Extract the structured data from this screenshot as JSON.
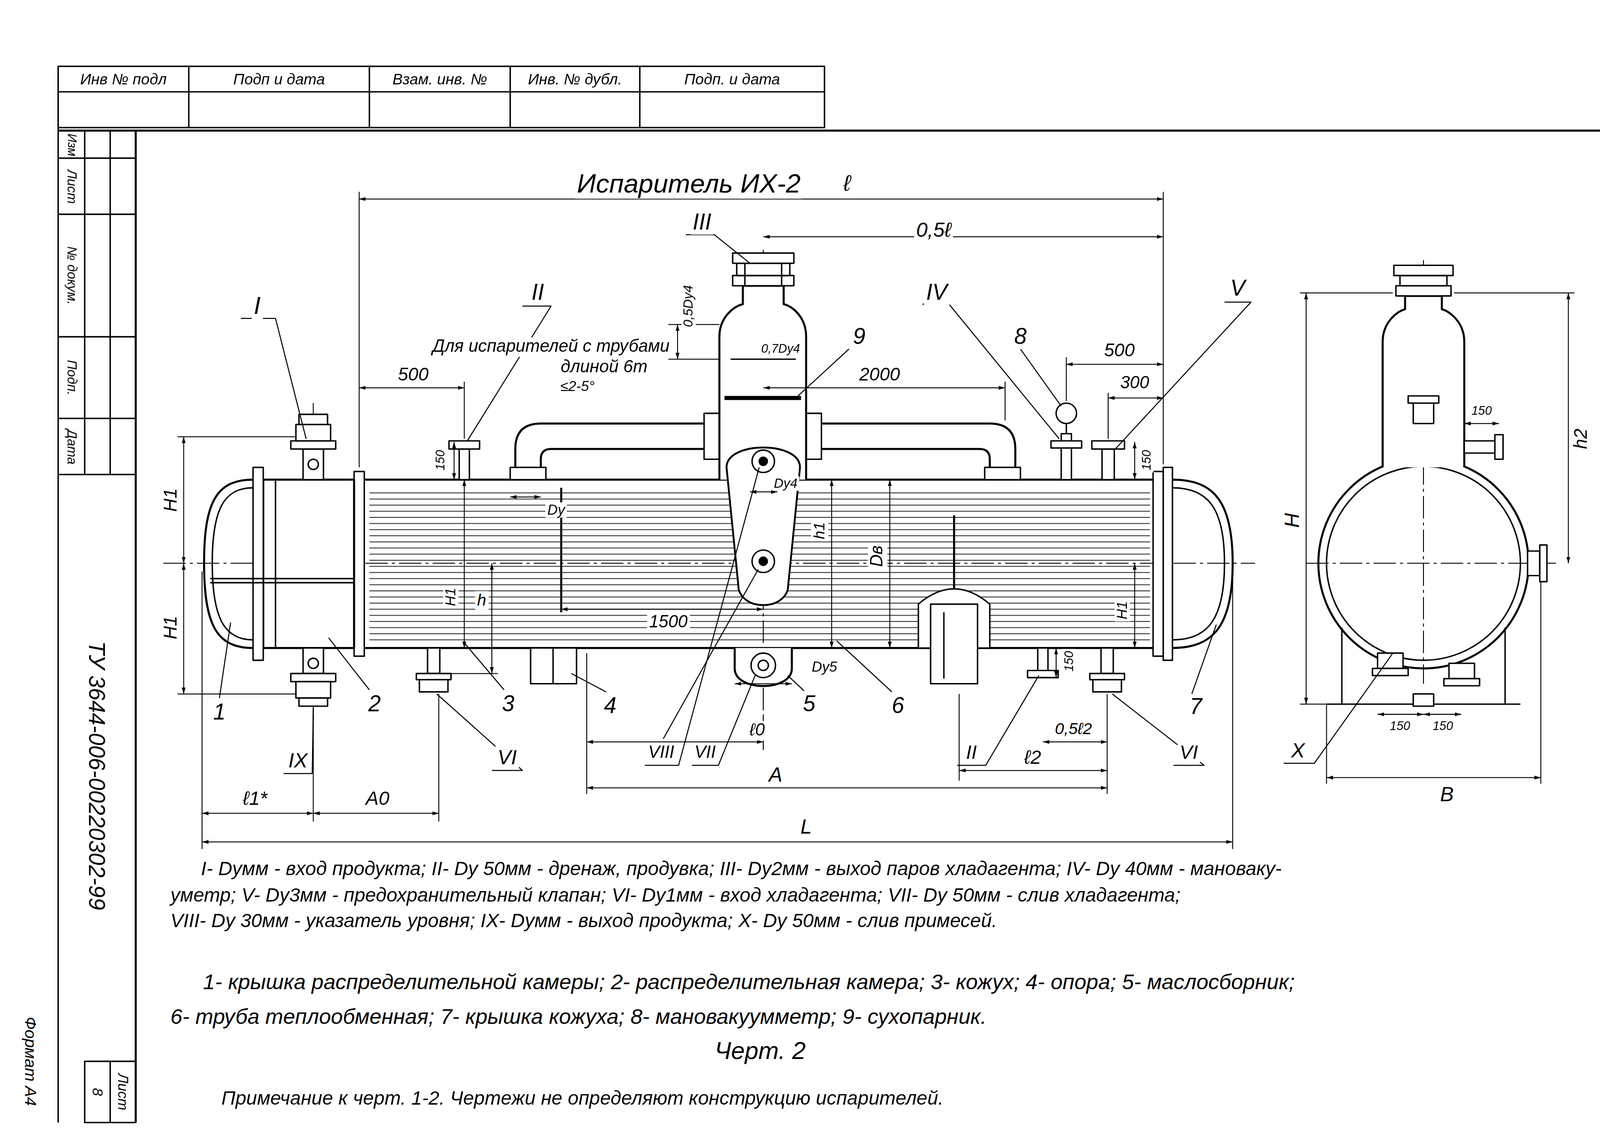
{
  "diagram": {
    "title": "Испаритель ИХ-2",
    "caption": "Черт. 2",
    "nodes": [
      {
        "text": [
          "Инв № подл"
        ]
      },
      {
        "text": [
          "Подп и дата"
        ]
      },
      {
        "text": [
          "Взам. инв. №"
        ]
      },
      {
        "text": [
          "Инв. № дубл."
        ]
      },
      {
        "text": [
          "Подп. и дата"
        ]
      },
      {
        "text": [
          "Изм"
        ]
      },
      {
        "text": [
          "Лист"
        ]
      },
      {
        "text": [
          "№ докум."
        ]
      },
      {
        "text": [
          "Подп."
        ]
      },
      {
        "text": [
          "Дата"
        ]
      },
      {
        "text": [
          "Лист",
          "8"
        ]
      }
    ],
    "labels": [
      "ℓ",
      "0,5ℓ",
      "III",
      "II",
      "I",
      "IV",
      "V",
      "8",
      "9",
      "Для испарителей с трубами",
      "длиной 6m",
      "≤2-5°",
      "500",
      "0,5Dу4",
      "0,7Dу4",
      "2000",
      "500",
      "300",
      "150",
      "150",
      "Dу4",
      "Dу",
      "H1",
      "H1",
      "H1",
      "h",
      "h1",
      "Dв",
      "1500",
      "H1",
      "Dу5",
      "150",
      "1",
      "2",
      "3",
      "4",
      "5",
      "6",
      "7",
      "IX",
      "VI",
      "VIII",
      "VII",
      "II",
      "VI",
      "ℓ0",
      "0,5ℓ2",
      "ℓ2",
      "A",
      "ℓ1*",
      "A0",
      "L",
      "150",
      "h2",
      "H",
      "150",
      "150",
      "X",
      "B",
      "I- Dумм - вход продукта; II- Dу 50мм - дренаж, продувка; III- Dу2мм - выход паров хладагента; IV- Dу 40мм - мановаку-",
      "уметр; V- Dу3мм - предохранительный клапан; VI- Dу1мм - вход хладагента; VII- Dу 50мм - слив хладагента;",
      "VIII- Dу 30мм - указатель уровня; IX- Dумм - выход продукта; X- Dу 50мм - слив примесей.",
      "1- крышка распределительной камеры; 2- распределительная камера; 3- кожух; 4- опора; 5- маслосборник;",
      "6- труба теплообменная; 7- крышка кожуха; 8- мановакуумметр; 9- сухопарник.",
      "Примечание к черт. 1-2. Чертежи не определяют конструкцию испарителей.",
      "ТУ 3644-006-00220302-99",
      "Формат А4"
    ]
  }
}
